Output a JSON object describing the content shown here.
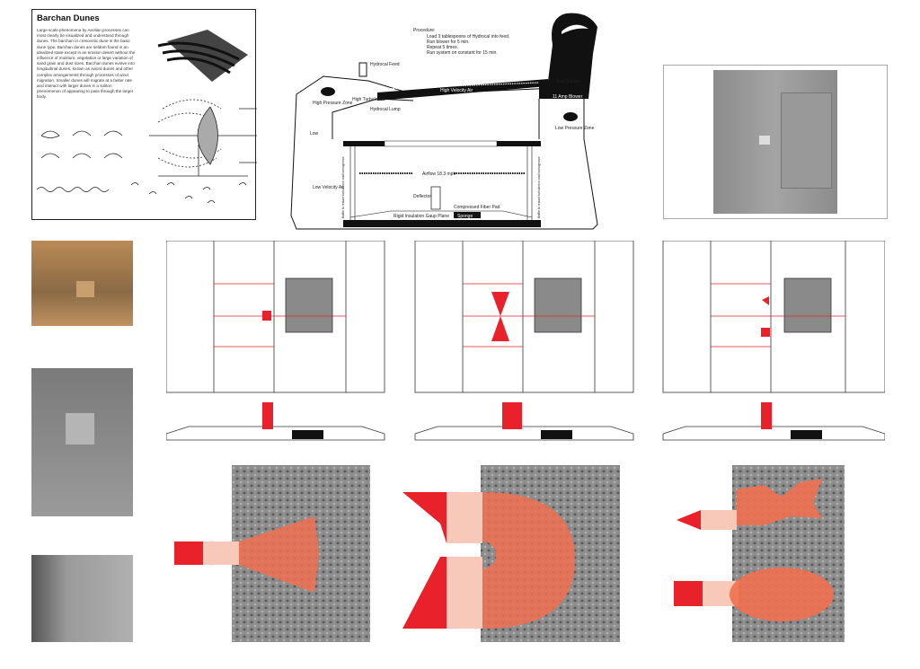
{
  "intro": {
    "title": "Barchan Dunes",
    "body": "Large scale phenomena by Aeolian processes can most clearly be visualized and understood through dunes. The barchan or crescentic dune is the basic dune type. Barchan dunes are seldom found in an idealized state except in an erosion desert without the influence of moisture, vegetation or large variation of sand grain and dust sizes. Barchan dunes evolve into longitudinal dunes, known as sword dunes and other complex arrangements through processes of wind migration. Smaller dunes will migrate at a faster rate and interact with larger dunes in a soliton phenomenon of appearing to pass through the larger body."
  },
  "apparatus": {
    "procedure_title": "Procedure:",
    "steps": [
      "Load 3 tablespoons of Hydrocal into feed.",
      "Run blower for 5 min.",
      "Repeat 5 times.",
      "Run system on constant for 15 min."
    ],
    "labels": {
      "hydrocal_feed": "Hydrocal Feed",
      "high_turbulence": "High Turbulence",
      "high_velocity_air": "High Velocity Air",
      "fan_blades": "Fan Blades",
      "blower": "11 Amp Blower",
      "high_pressure_zone": "High Pressure Zone",
      "hydrocal_lump": "Hydrocal Lump",
      "low_pressure_zone": "Low Pressure Zone",
      "low": "Low",
      "airflow": "Airflow 18.3 mph",
      "low_velocity_air": "Low Velocity Air",
      "deflector": "Deflector",
      "compressed_fiber_pad": "Compressed Fiber Pad",
      "rigid_insulation": "Rigid Insulation Gaup Plane",
      "sponge": "Sponge",
      "screen_left": "Baffle to reduce turbulence and homogenize",
      "screen_right": "Baffle to reduce turbulence and homogenize"
    }
  },
  "colors": {
    "accent": "#e8212a",
    "overlay": "#f07050",
    "photo_gray": "#8a8a8a"
  }
}
